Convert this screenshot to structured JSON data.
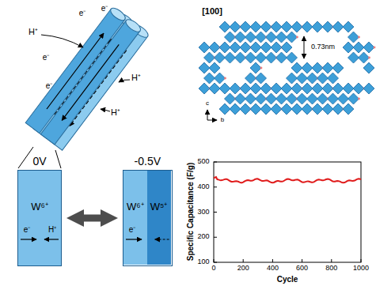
{
  "diagram": {
    "nodes": [
      {
        "text": [
          "0V",
          "W⁶⁺"
        ]
      },
      {
        "text": [
          "-0.5V"
        ]
      },
      {
        "text": [
          "W⁶⁺"
        ],
        "in": 1
      },
      {
        "text": [
          "W⁵⁺"
        ],
        "in": 1
      }
    ],
    "edges": [
      {
        "from": 0,
        "to": 1,
        "arrow": "both"
      }
    ],
    "labels": [
      "[100]",
      "0.73nm",
      "c",
      "b",
      "H⁺",
      "H⁺",
      "H⁺",
      "e⁻",
      "e⁻",
      "e⁻",
      "e⁻",
      "e⁻",
      "H⁺",
      "e⁻",
      "500",
      "400",
      "300",
      "200",
      "100",
      "0",
      "200",
      "400",
      "600",
      "800",
      "1000",
      "Specific Capacitance (F/g)",
      "Cycle"
    ]
  }
}
